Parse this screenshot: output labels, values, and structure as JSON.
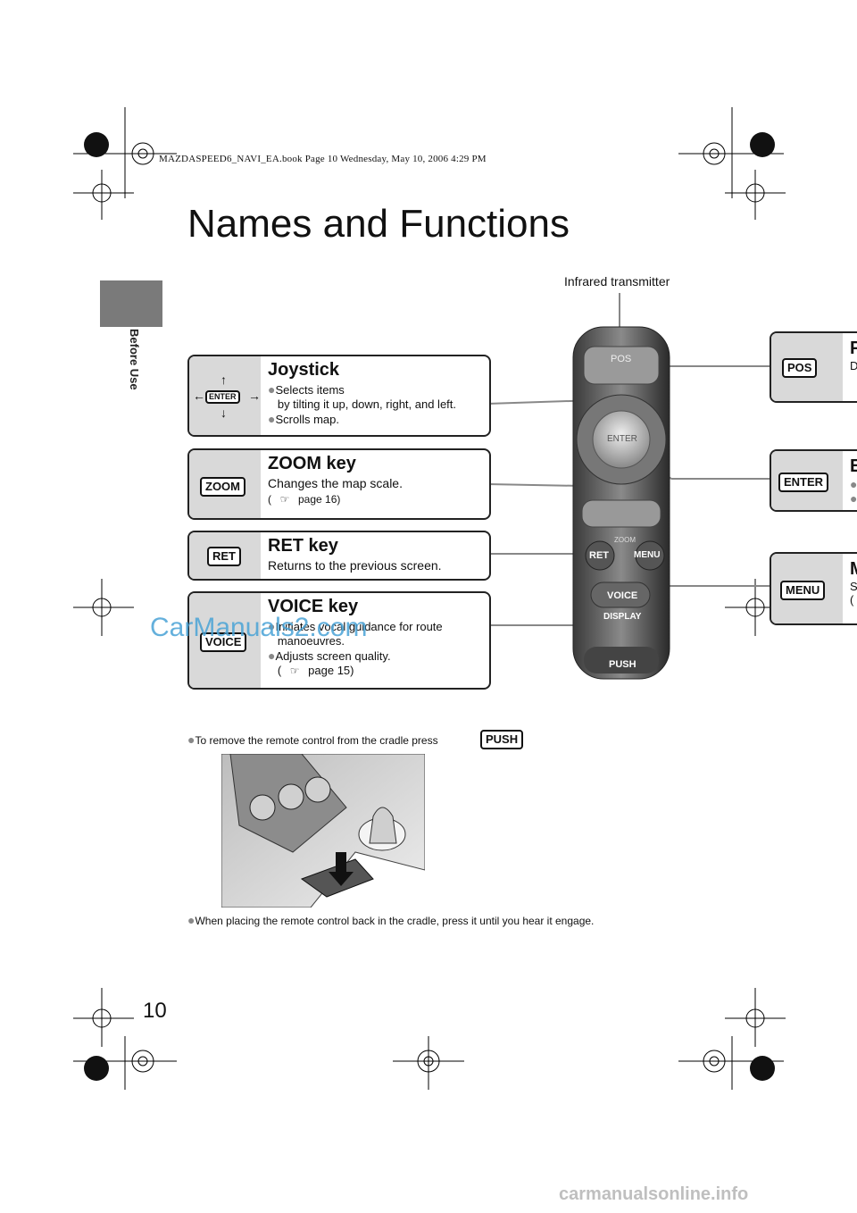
{
  "header": {
    "line": "MAZDASPEED6_NAVI_EA.book  Page 10  Wednesday, May 10, 2006  4:29 PM"
  },
  "title": "Names and Functions",
  "side_tab": "Before Use",
  "page_number": "10",
  "infrared_label": "Infrared transmitter",
  "cards": {
    "joystick": {
      "title": "Joystick",
      "bullet1": "Selects items",
      "bullet1_cont": "by tilting it up, down, right, and left.",
      "bullet2": "Scrolls map.",
      "key": "ENTER"
    },
    "zoom": {
      "title": "ZOOM key",
      "desc": "Changes the map scale.",
      "ref": "page 16)",
      "key": "ZOOM"
    },
    "ret": {
      "title": "RET key",
      "desc": "Returns to the previous screen.",
      "key": "RET"
    },
    "voice": {
      "title": "VOICE key",
      "bullet1": "Initiates vocal guidance for route",
      "bullet1_cont": "manoeuvres.",
      "bullet2": "Adjusts screen quality.",
      "ref": "page 15)",
      "key": "VOICE"
    }
  },
  "right_cards": {
    "pos": {
      "key": "POS",
      "title": "P",
      "desc": "D"
    },
    "enter": {
      "key": "ENTER",
      "title": "E"
    },
    "menu": {
      "key": "MENU",
      "title": "M",
      "line1": "S",
      "line2": "("
    }
  },
  "remote": {
    "pos": "POS",
    "enter": "ENTER",
    "zoom": "ZOOM",
    "ret": "RET",
    "menu": "MENU",
    "voice": "VOICE",
    "display": "DISPLAY",
    "push": "PUSH"
  },
  "notes": {
    "remove": "To remove the remote control from the cradle press",
    "push_key": "PUSH",
    "placing": "When placing the remote control back in the cradle, press it until you hear it engage."
  },
  "watermarks": {
    "a": "CarManuals2.com",
    "b": "carmanualsonline.info"
  },
  "colors": {
    "panel_gray": "#d9d9d9",
    "tab_gray": "#7a7a7a",
    "bullet_gray": "#888888",
    "watermark_blue": "#4aa3d6"
  }
}
